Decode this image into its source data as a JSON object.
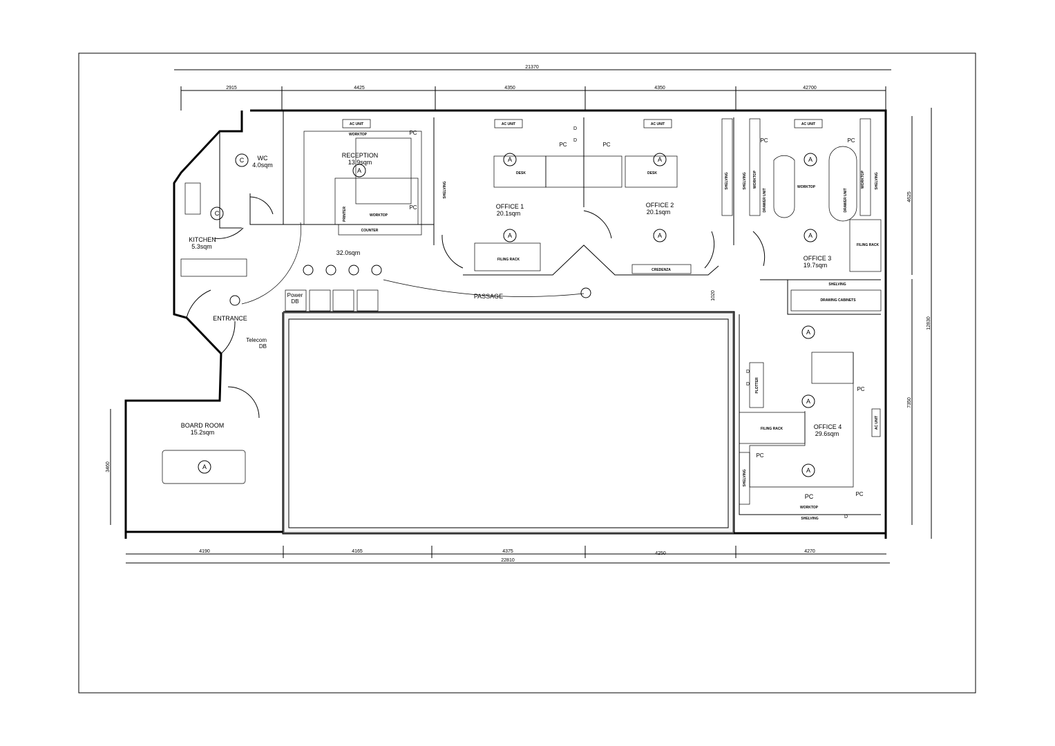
{
  "dimensions": {
    "top_overall": "21370",
    "top": [
      "2915",
      "4425",
      "4350",
      "4350",
      "42700"
    ],
    "bottom": [
      "4190",
      "4165",
      "4375",
      "4250",
      "4270"
    ],
    "bottom_overall": "22810",
    "right_upper": "4625",
    "right_overall": "12830",
    "right_lower": "7350",
    "left_board": "3460",
    "passage_width": "1020"
  },
  "rooms": {
    "wc": {
      "name": "WC",
      "area": "4.0sqm"
    },
    "reception": {
      "name": "RECEPTION",
      "area": "13.9sqm"
    },
    "office1": {
      "name": "OFFICE  1",
      "area": "20.1sqm"
    },
    "office2": {
      "name": "OFFICE  2",
      "area": "20.1sqm"
    },
    "office3": {
      "name": "OFFICE  3",
      "area": "19.7sqm"
    },
    "kitchen": {
      "name": "KITCHEN",
      "area": "5.3sqm"
    },
    "lobby": {
      "area": "32.0sqm"
    },
    "passage": {
      "name": "PASSAGE"
    },
    "entrance": {
      "name": "ENTRANCE"
    },
    "board": {
      "name": "BOARD  ROOM",
      "area": "15.2sqm"
    },
    "office4": {
      "name": "OFFICE  4",
      "area": "29.6sqm"
    }
  },
  "equipment": {
    "power_db": [
      "Power",
      "DB"
    ],
    "telecom_db": [
      "Telecom",
      "DB"
    ],
    "ac_unit": "AC UNIT",
    "worktop": "WORKTOP",
    "desk": "DESK",
    "filing_rack": "FILING RACK",
    "credenza": "CREDENZA",
    "shelving": "SHELVING",
    "printer": "PRINTER",
    "counter": "COUNTER",
    "drawer_unit": "DRAWER UNIT",
    "drawing_cabinets": "DRAWING CABINETS",
    "plotter": "PLOTTER",
    "pc": "PC",
    "light": "A",
    "ceiling": "C",
    "data": "D"
  }
}
